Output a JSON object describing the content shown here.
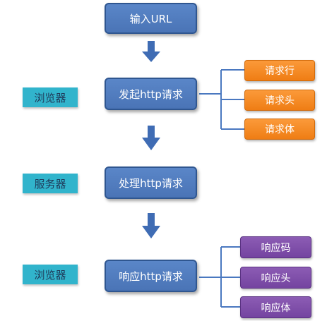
{
  "steps": [
    {
      "label": "输入URL"
    },
    {
      "label": "发起http请求",
      "side": "浏览器"
    },
    {
      "label": "处理http请求",
      "side": "服务器"
    },
    {
      "label": "响应http请求",
      "side": "浏览器"
    }
  ],
  "request_parts": [
    "请求行",
    "请求头",
    "请求体"
  ],
  "response_parts": [
    "响应码",
    "响应头",
    "响应体"
  ],
  "colors": {
    "main_box": "#4f7cc0",
    "side_label": "#31b4cc",
    "request_part": "#f6891f",
    "response_part": "#7f4fa9",
    "arrow": "#3f6cb4",
    "connector": "#4a78c0"
  }
}
